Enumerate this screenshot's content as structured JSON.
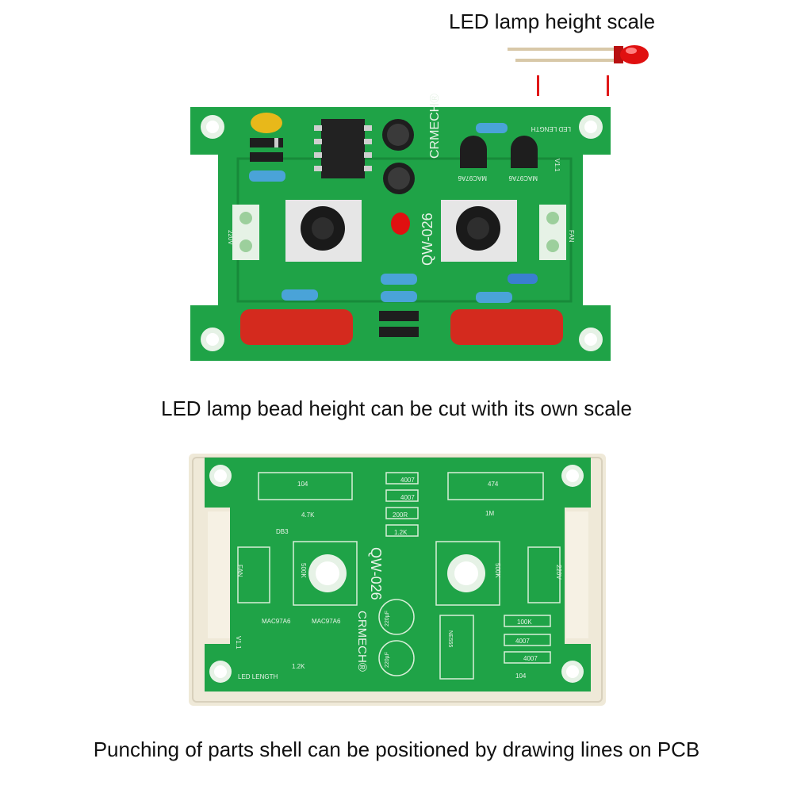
{
  "captions": {
    "top": "LED lamp height scale",
    "middle": "LED lamp bead height can be cut with its own scale",
    "bottom": "Punching of parts shell can be positioned by drawing lines on PCB"
  },
  "board_top": {
    "brand": "CRMECH®",
    "model": "QW-026",
    "marks": [
      "MAC97A6",
      "MAC97A6",
      "LED LENGTH",
      "220V",
      "FAN",
      "V1.1"
    ]
  },
  "board_bottom": {
    "brand": "CRMECH®",
    "model": "QW-026",
    "marks": [
      "104",
      "4007",
      "4007",
      "200R",
      "1.2K",
      "474",
      "1M",
      "4.7K",
      "DB3",
      "500K",
      "500K",
      "220µF",
      "220µF",
      "NE555",
      "100K",
      "4007",
      "4007",
      "104",
      "1.2K",
      "MAC97A6",
      "MAC97A6",
      "FAN",
      "220V",
      "V1.1",
      "LED LENGTH"
    ]
  },
  "colors": {
    "pcb": "#1fa347",
    "pcb_dark": "#178a3a",
    "capacitor": "#d42a1e",
    "led": "#e01010",
    "base": "#efe9d8"
  }
}
